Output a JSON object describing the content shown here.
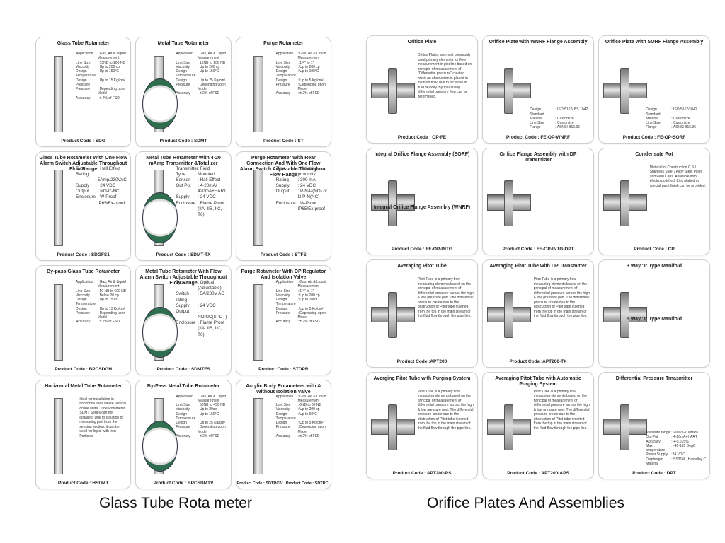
{
  "left_panel": {
    "caption": "Glass Tube Rota meter",
    "cards": [
      {
        "title": "Glass Tube Rotameter",
        "code": "Product Code : SDG",
        "specs": [
          [
            "Application",
            ": Gas, Air & Liquid Measurement"
          ],
          [
            "Line Size",
            ": 15NB to 100 NB"
          ],
          [
            "Viscosity",
            ": Up to 200 cp"
          ],
          [
            "Design Temperature",
            ": Up to 150°C"
          ],
          [
            "Design Pressure",
            ": Up to 15 Kg/cm²"
          ],
          [
            "Pressure",
            ": Depending upon Model"
          ],
          [
            "Accuracy",
            ": ± 2% of FSD"
          ]
        ]
      },
      {
        "title": "Metal Tube Rotameter",
        "code": "Product Code : SDMT",
        "specs": [
          [
            "Application",
            ": Gas, Air & Liquid Measurement"
          ],
          [
            "Line Size",
            ": 15NB to 100 NB"
          ],
          [
            "Viscosity",
            ": Up to 200 cp"
          ],
          [
            "Design Temperature",
            ": Up to 150°C"
          ],
          [
            "Design",
            ": Up to 25 Kg/cm²"
          ],
          [
            "Pressure",
            ": Depending upon Model"
          ],
          [
            "Accuracy",
            ": ± 2% of FSD"
          ]
        ]
      },
      {
        "title": "Purge Rotameter",
        "code": "Product Code : ST",
        "specs": [
          [
            "Application",
            ": Gas, Air & Liquid Measurement"
          ],
          [
            "Line Size",
            ": 1/4\" to 1\""
          ],
          [
            "Viscosity",
            ": Up to 200 cp"
          ],
          [
            "Design Temperature",
            ": Up to 100°C"
          ],
          [
            "Design",
            ": Up to 5 Kg/cm²"
          ],
          [
            "Pressure",
            ": Depending upon Model"
          ],
          [
            "Accuracy",
            ": ± 2% of FSD"
          ]
        ]
      },
      {
        "title": "Glass Tube Rotameter With One Flow Alarm Switch Adjustable Throughout Flow Range",
        "code": "Product Code : SDGFS1",
        "specs": [
          [
            "Type",
            ": Hall Effect"
          ],
          [
            "Rating",
            ": 5Amp/230VAC"
          ],
          [
            "Supply",
            ": 24 VDC"
          ],
          [
            "Output",
            ": NO-C-NC"
          ],
          [
            "Enclosure",
            ": W-Proof IP65/Ex-proof"
          ]
        ]
      },
      {
        "title": "Metal Tube Rotameter With 4-20 mAmp Transmitter &Totalizer",
        "code": "Product Code : SDMT-TX",
        "specs": [
          [
            "Transmitter Type",
            ": Field Mounted"
          ],
          [
            "Sensor",
            ": Hall Effect"
          ],
          [
            "Out Put",
            ": 4-20mA/ 420mA+HART"
          ],
          [
            "Supply",
            ": 24 VDC"
          ],
          [
            "Enclosure",
            ": Flame Proof (IIA, IIB, IIC, T6)"
          ]
        ]
      },
      {
        "title": "Purge Rotameter With Rear Connection And With One Flow Alarm Switch Adjustable Throughout Flow Range",
        "code": "Product Code : STFS",
        "specs": [
          [
            "Type",
            ": Inductive proximity"
          ],
          [
            "Rating",
            ": 300 mA"
          ],
          [
            "Supply",
            ": 24 VDC"
          ],
          [
            "Output",
            ": P-N-P(NO) or N-P-N(NC)"
          ],
          [
            "Enclosure",
            ": W-Proof IP65/Ex-proof"
          ]
        ]
      },
      {
        "title": "By-pass Glass Tube Rotameter",
        "code": "Product Code : BPCSDGH",
        "specs": [
          [
            "Application",
            ": Gas, Air & Liquid Measurement"
          ],
          [
            "Line Size",
            ": 50 NB to 600 NB"
          ],
          [
            "Viscosity",
            ": Below 20 cp"
          ],
          [
            "Design Temperature",
            ": Up to 150°C"
          ],
          [
            "Design",
            ": Up to 13 Kg/cm²"
          ],
          [
            "Pressure",
            ": Depending upon Model"
          ],
          [
            "Accuracy",
            ": ± 2% of FSD"
          ]
        ]
      },
      {
        "title": "Metal Tube Rotameter With Flow Alarm Switch Adjustable Throughout Flow Range",
        "code": "Product Code : SDMTFS",
        "specs": [
          [
            "Type",
            ": Optical (Adjustable)"
          ],
          [
            "Switch rating",
            ": 5A/230V AC"
          ],
          [
            "Supply",
            ": 24 VDC"
          ],
          [
            "Output",
            ": NO/NC(SPDT)"
          ],
          [
            "Enclosure",
            ": Flame Proof (IIA, IIB, IIC, T6)"
          ]
        ]
      },
      {
        "title": "Purge Rotameter With DP Regulator And Isolation Valve",
        "code": "Product Code : STDPR",
        "specs": [
          [
            "Application",
            ": Gas, Air & Liquid Measurement"
          ],
          [
            "Line Size",
            ": 1/4\" to 1\""
          ],
          [
            "Viscosity",
            ": Up to 200 cp"
          ],
          [
            "Design Temperature",
            ": Up to 100°C"
          ],
          [
            "Design",
            ": Up to 5 Kg/cm²"
          ],
          [
            "Pressure",
            ": Depending upon Model"
          ],
          [
            "Accuracy",
            ": ± 2% of FSD"
          ]
        ]
      },
      {
        "title": "Horizontal Metal Tube Rotameter",
        "code": "Product Code : HSDMT",
        "desc": "Ideal for installation in horizontal lines where vertical online Metal Tube Rotameter SDMT Series can not installed. Due to Isolation of measuring part from the sensing section, it can be used for liquid with Iron Particles"
      },
      {
        "title": "By-Pass Metal Tube Rotameter",
        "code": "Product Code : BPCSDMTV",
        "specs": [
          [
            "Application",
            ": Gas, Air & Liquid Measurement"
          ],
          [
            "Line Size",
            ": 50NB to 450 NB"
          ],
          [
            "Viscosity",
            ": Up to 20cp"
          ],
          [
            "Design Temperature",
            ": Up to 150°C"
          ],
          [
            "Design",
            ": Up to 25 Kg/cm²"
          ],
          [
            "Pressure",
            ": Depending upon Model"
          ],
          [
            "Accuracy",
            ": ± 2% of FSD"
          ]
        ]
      },
      {
        "title": "Acrylic Body Rotameters with & Without Isolation Valve",
        "code": "Product Code : SDTRCIV",
        "code2": "Product Code : SDTRC",
        "specs": [
          [
            "Application",
            ": Gas, Air & Liquid Measurement"
          ],
          [
            "Line Size",
            ": 6NB to 80 NB"
          ],
          [
            "Viscosity",
            ": Up to 200 cp"
          ],
          [
            "Design Temperature",
            ": Up to 60°C"
          ],
          [
            "Design",
            ": Up to 5 Kg/cm²"
          ],
          [
            "Pressure",
            ": Depending upon Model"
          ],
          [
            "Accuracy",
            ": ± 2% of FSD"
          ]
        ]
      }
    ]
  },
  "right_panel": {
    "caption": "Orifice Plates And Assemblies",
    "cards": [
      {
        "title": "Orifice Plate",
        "code": "Product Code : OP-FE",
        "desc": "Orifice Plates are most commonly used primary elements for flow measurement in pipeline based on principle of measurement of \"Differential pressure\" created when an obstruction is placed in the fluid flow, due to increase in fluid velocity. By measuring differential pressure flow can be determined."
      },
      {
        "title": "Orifice Plate with WNRF Flange Assembly",
        "code": "Product Code : FE-OP-WNRF",
        "specs": [
          [
            "Design Standard",
            ": ISO 5167/ BS 1042"
          ],
          [
            "Material",
            ": Customize"
          ],
          [
            "Line Size",
            ": Customize"
          ],
          [
            "Flange",
            ": ASNSI B16.36"
          ]
        ]
      },
      {
        "title": "Orifice Plate With SORF Flange Assembly",
        "code": "Product Code : FE-OP-SORF",
        "specs": [
          [
            "Design Standard",
            ": ISO 5167/1042"
          ],
          [
            "Material",
            ": Customize"
          ],
          [
            "Line Size",
            ": Customize"
          ],
          [
            "Flange",
            ": ASNSI B16.36"
          ]
        ]
      },
      {
        "title": "Integral Orifice Flange Assembly (SORF)",
        "title2": "Integral Orifice Flange Assembly (WNRF)",
        "code": "Product Code : FE-OP-INTG"
      },
      {
        "title": "Orifice Flange Assembly with DP Transmitter",
        "code": "Product Code : FE-OP-INTG-DPT"
      },
      {
        "title": "Condensate Pot",
        "code": "Product Code : CP",
        "desc": "Material of Construction C.S / Stainless Steel / Alloy Steel Pipes and weld Caps. Available with electro polished, Zinc platted or special paint finish can be provided."
      },
      {
        "title": "Averaging Pitot Tube",
        "code": "Product Code :APT200",
        "desc": "Pitot Tube is a primary flow measuring elements based on the principal of measurement of differential pressure across the high & low pressure port. The differential pressure create due to the obstruction of Pitot tube inserted from the top in the main stream of the fluid flow through the pipe line."
      },
      {
        "title": "Averaging Pitot Tube with DP Transmitter",
        "code": "Product Code :APT200-TX",
        "desc": "Pitot Tube is a primary flow measuring elements based on the principal of measurement of differential pressure across the high & low pressure port. The differential pressure create due to the obstruction of Pitot tube inserted from the top in the main stream of the fluid flow through the pipe line."
      },
      {
        "title": "3 Way 'T' Type Manifold",
        "title2": "5 Way 'T' Type Manifold",
        "code": ""
      },
      {
        "title": "Averging Pitot Tube with Purging System",
        "code": "Product Code : APT200-PS",
        "desc": "Pitot Tube is a primary flow measuring elements based on the principal of measurement of differential pressure across the high & low pressure port. The differential pressure create due to the obstruction of Pitot tube inserted from the top in the main stream of the fluid flow through the pipe line."
      },
      {
        "title": "Averaging Pitot Tube with Automatic Purging System",
        "code": "Product Code : APT200-APS",
        "desc": "Pitot Tube is a primary flow measuring elements based on the principal of measurement of differential pressure across the high & low pressure port. The differential pressure create due to the obstruction of Pitot tube inserted from the top in the main stream of the fluid flow through the pipe line."
      },
      {
        "title": "Differential Pressure Trnasmitter",
        "code": "Product Code : DPT",
        "specs": [
          [
            "Pressure range",
            ": 200Pa-100MPa"
          ],
          [
            "Out-Put",
            ": 4-20mA+HART"
          ],
          [
            "Accuracy",
            ": +-0.075%"
          ],
          [
            "Max temperature",
            ": -40-120 DegC"
          ],
          [
            "Power Supply",
            ":24 VDC"
          ],
          [
            "Diaphragm",
            ": SS316L, Hastalloy C"
          ],
          [
            "Material",
            ""
          ]
        ]
      }
    ]
  },
  "colors": {
    "accent_green": "#2f6f4f",
    "card_border": "#cfcfcf",
    "transmitter_blue": "#2a5fb8"
  }
}
